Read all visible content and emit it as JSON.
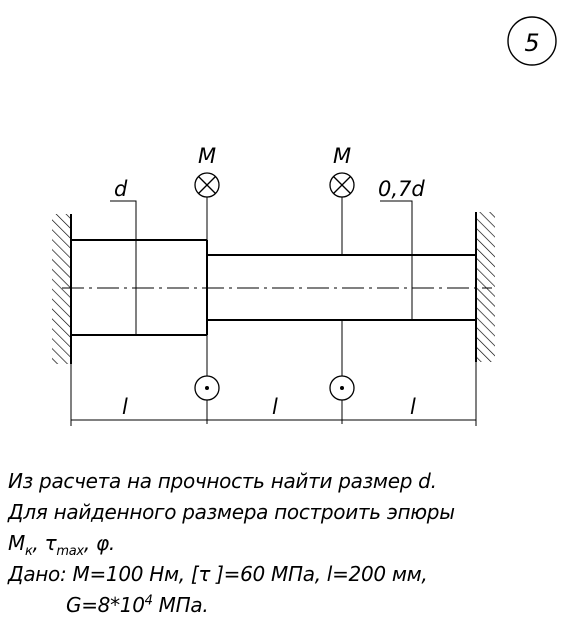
{
  "problem_number": "5",
  "diagram": {
    "moment_label_left": "M",
    "moment_label_right": "M",
    "diameter_large": "d",
    "diameter_small": "0,7d",
    "length_1": "l",
    "length_2": "l",
    "length_3": "l"
  },
  "task": {
    "line1": "Из расчета на прочность найти размер d.",
    "line2": "Для найденного размера построить эпюры",
    "line3_m": "M",
    "line3_m_sub": "к",
    "line3_sep1": ", ",
    "line3_tau": "τ",
    "line3_tau_sub": "max",
    "line3_rest": ", φ.",
    "line4": "Дано: M=100 Нм, [τ ]=60 МПа, l=200 мм,",
    "line5_pre": "G=8*10",
    "line5_sup": "4",
    "line5_post": " МПа."
  }
}
